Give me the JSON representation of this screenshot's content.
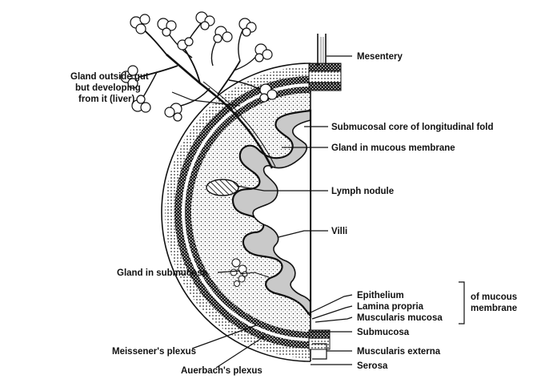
{
  "labels": {
    "mesentery": "Mesentery",
    "gland_outside_line1": "Gland outside gut",
    "gland_outside_line2": "but developing",
    "gland_outside_line3": "from it (liver)",
    "submucosal_core": "Submucosal core of longitudinal fold",
    "gland_mucous": "Gland in mucous membrane",
    "lymph_nodule": "Lymph nodule",
    "villi": "Villi",
    "gland_submucosa": "Gland in submucosa",
    "epithelium": "Epithelium",
    "lamina_propria": "Lamina propria",
    "muscularis_mucosa": "Muscularis mucosa",
    "of_mucous_line1": "of mucous",
    "of_mucous_line2": "membrane",
    "submucosa": "Submucosa",
    "meissener": "Meissener's plexus",
    "muscularis_externa": "Muscularis externa",
    "auerbach": "Auerbach's plexus",
    "serosa": "Serosa"
  }
}
